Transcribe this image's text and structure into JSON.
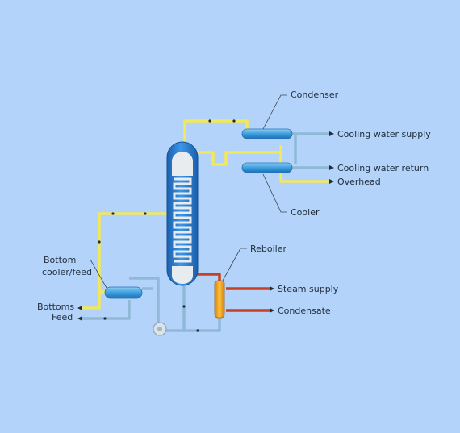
{
  "labels": {
    "condenser": "Condenser",
    "cooling_water_supply": "Cooling water supply",
    "cooling_water_return": "Cooling water return",
    "overhead": "Overhead",
    "cooler": "Cooler",
    "reboiler": "Reboiler",
    "steam_supply": "Steam supply",
    "condensate": "Condensate",
    "bottom_cooler_feed_line1": "Bottom",
    "bottom_cooler_feed_line2": "cooler/feed",
    "bottoms": "Bottoms",
    "feed": "Feed"
  },
  "colors": {
    "background": "#b3d3fa",
    "hot_line": "#f3e85a",
    "cool_line": "#8fb9d6",
    "steam_line": "#c9401f",
    "column": "#2b7fd0",
    "exchanger": "#4aa9e0",
    "reboiler": "#f2a316"
  }
}
